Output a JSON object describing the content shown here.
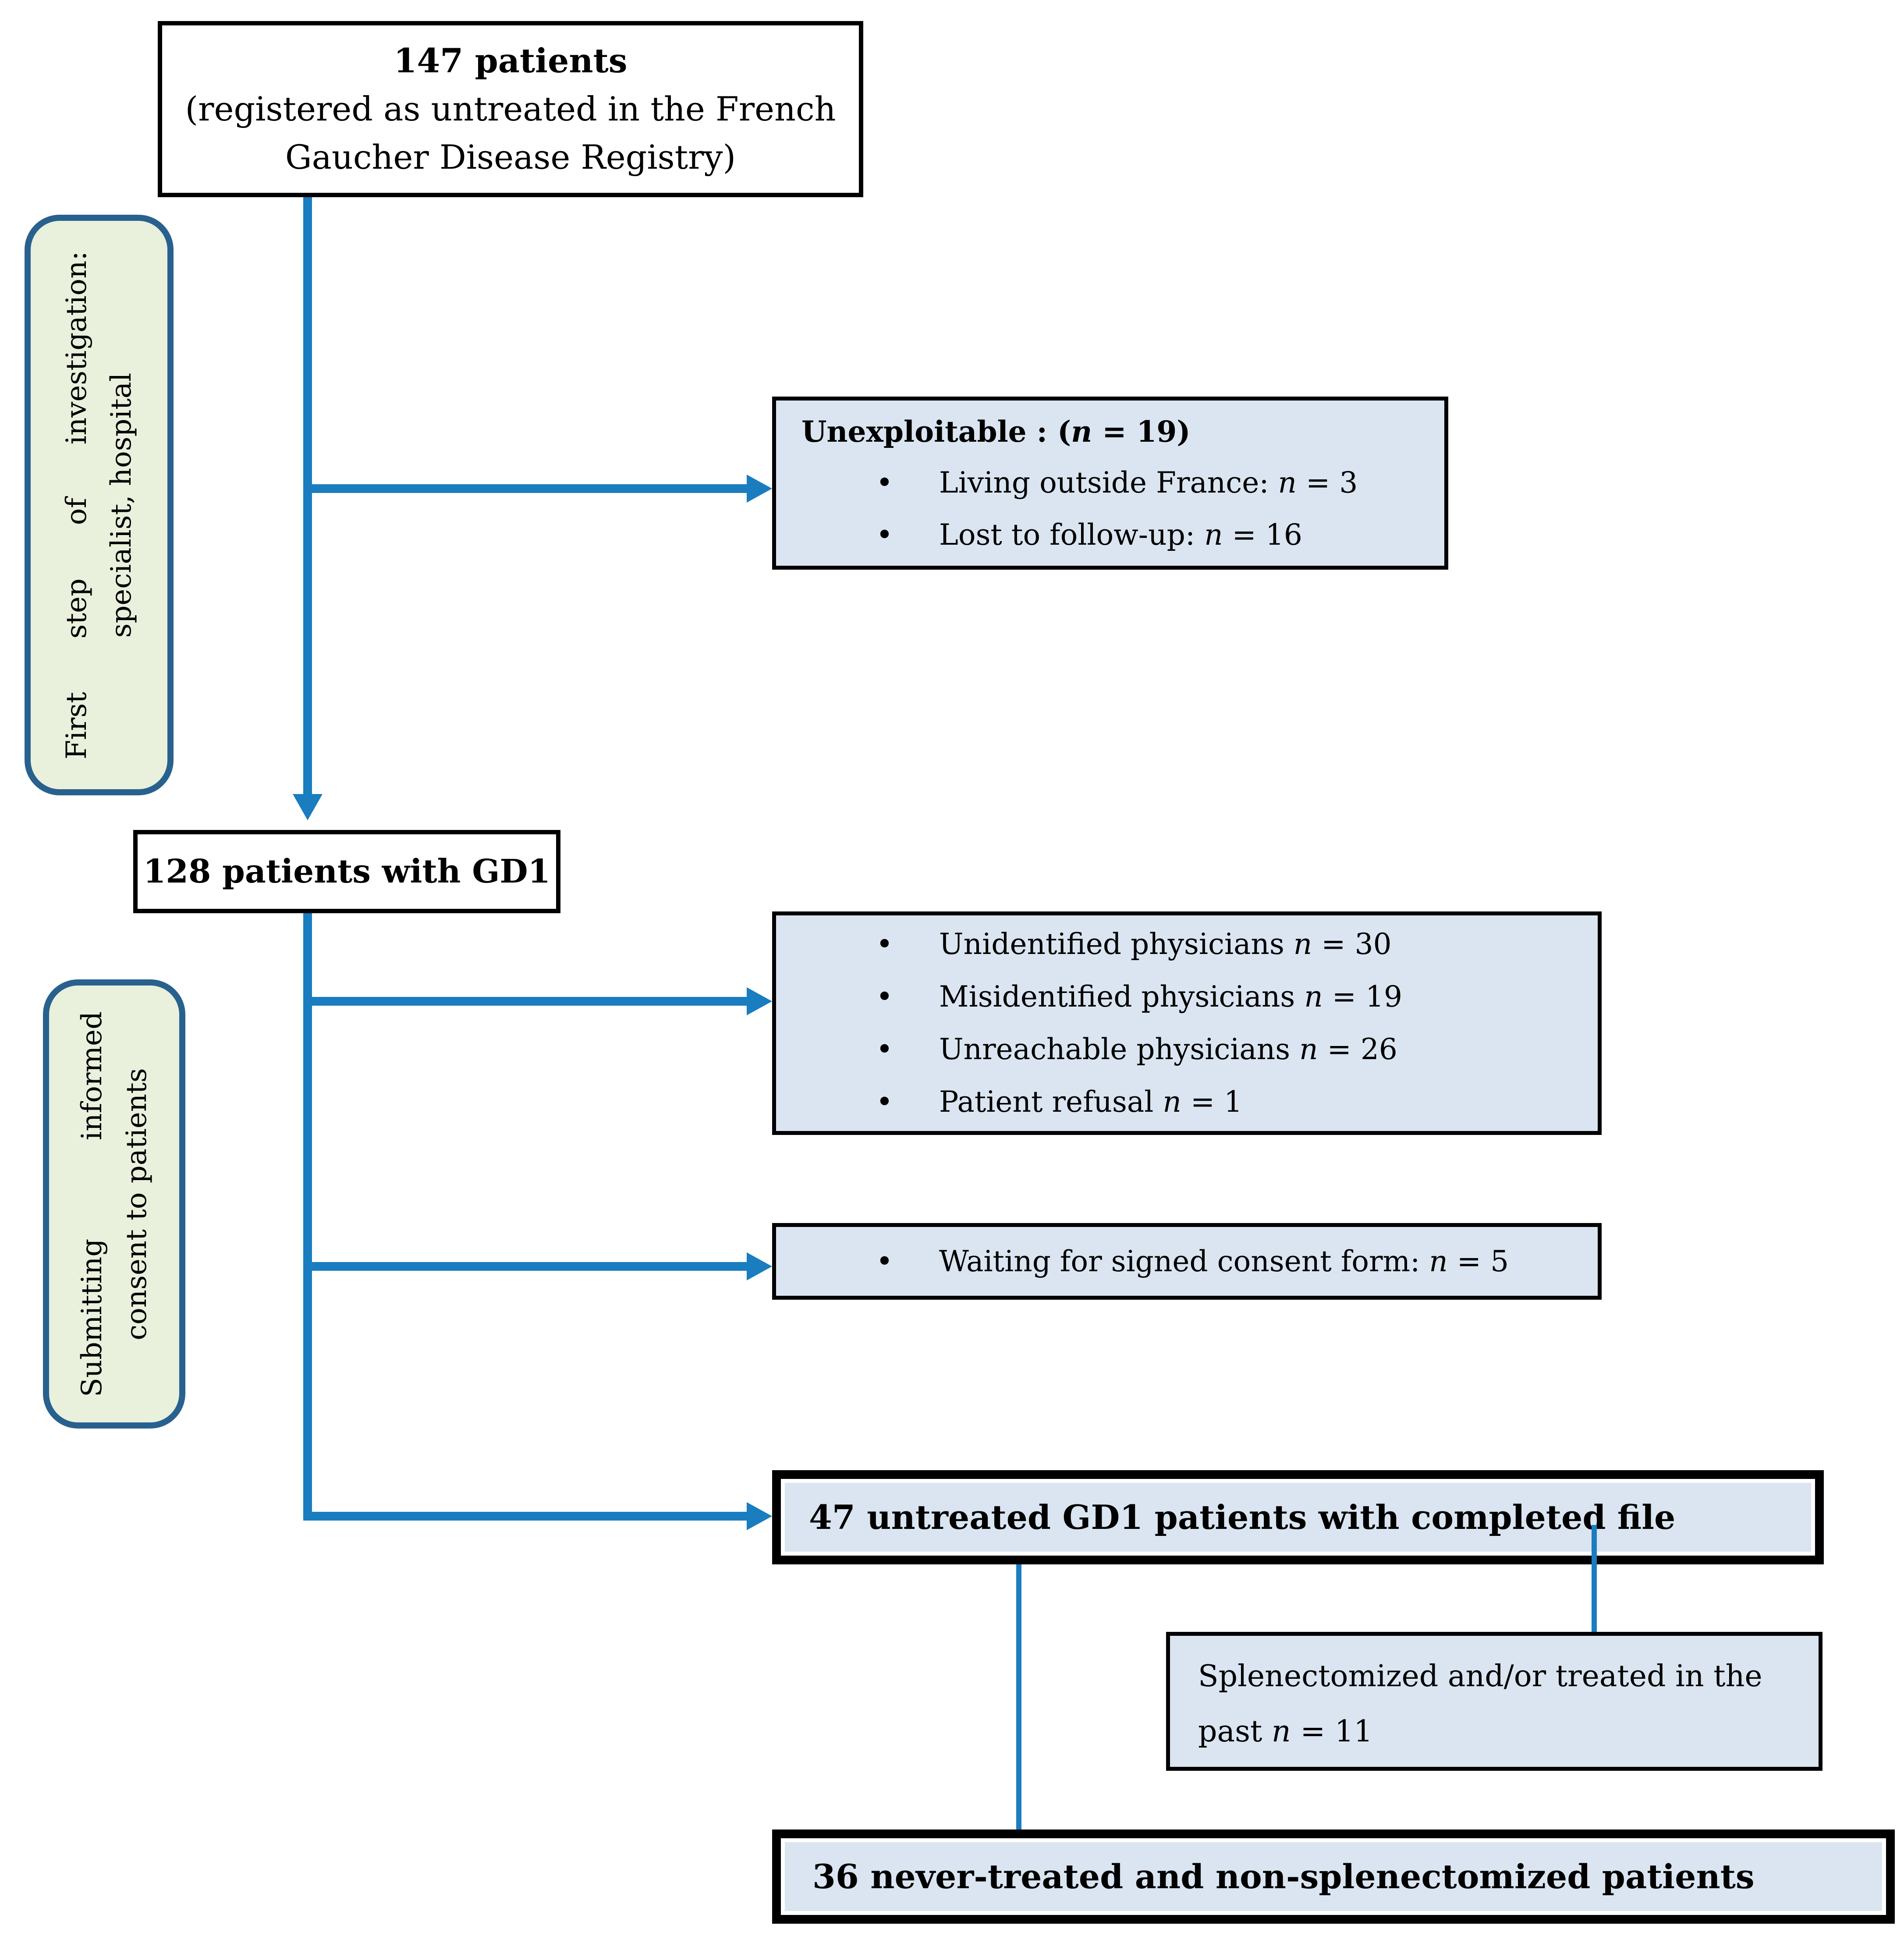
{
  "nodes": {
    "registry": {
      "lines": [
        "147 patients",
        "(registered as untreated in the French",
        "Gaucher Disease Registry)"
      ]
    },
    "first_step_label": {
      "lines": [
        "First step of investigation:",
        "specialist, hospital"
      ]
    },
    "unexploitable": {
      "title": "Unexploitable : (n = 19)",
      "bullets": [
        "Living outside France: n = 3",
        "Lost to follow-up: n = 16"
      ]
    },
    "gd1_patients": {
      "text": "128 patients with GD1"
    },
    "consent_label": {
      "lines": [
        "Submitting informed",
        "consent to patients"
      ]
    },
    "physician_issues": {
      "bullets": [
        "Unidentified physicians n = 30",
        "Misidentified physicians n = 19",
        "Unreachable physicians n = 26",
        "Patient refusal n = 1"
      ]
    },
    "waiting_consent": {
      "bullets": [
        "Waiting for signed consent form: n = 5"
      ]
    },
    "completed_file": {
      "text": "47 untreated GD1 patients with completed file"
    },
    "splenectomized": {
      "lines": [
        "Splenectomized and/or treated in the",
        "past n = 11"
      ]
    },
    "never_treated": {
      "text": "36 never-treated and non-splenectomized patients"
    }
  },
  "bullet_glyph": "•",
  "colors": {
    "connector_blue": "#1a7dbf",
    "stage_border_blue": "#29618e",
    "stage_fill_green": "#e9f0dc",
    "box_fill_blue": "#dae5f1",
    "box_border_black": "#000000",
    "background": "#ffffff"
  }
}
